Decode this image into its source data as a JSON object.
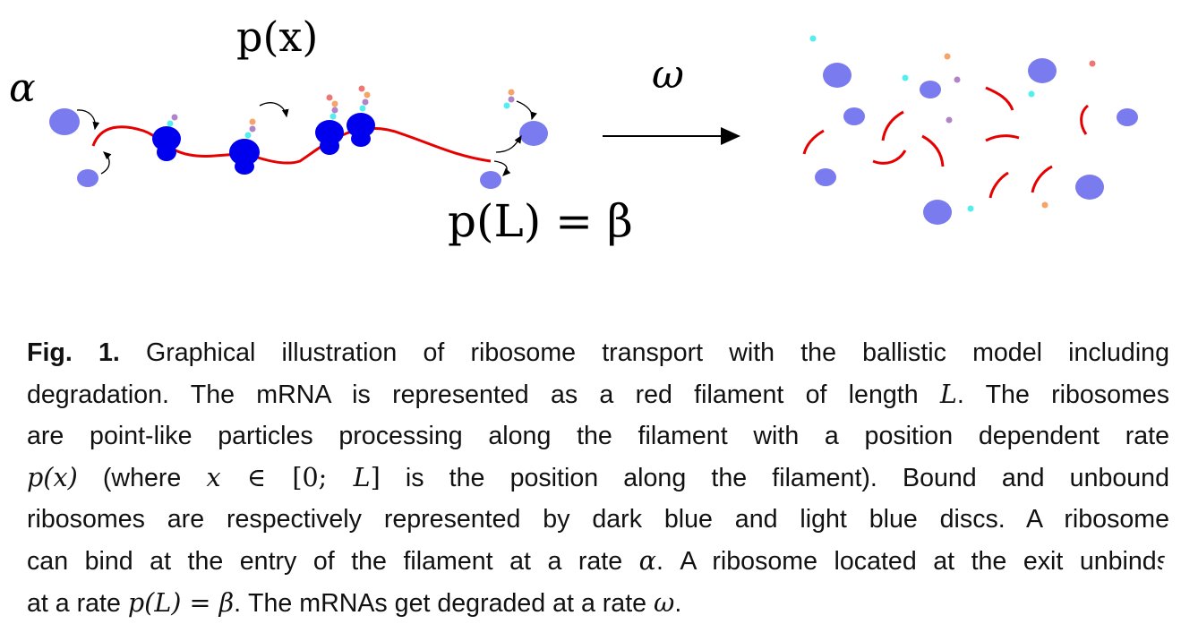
{
  "figure": {
    "labels": {
      "alpha": "α",
      "px": "p(x)",
      "omega": "ω",
      "pl": "p(L) = β"
    },
    "colors": {
      "mrna": "#e60000",
      "bound_ribosome": "#0000ee",
      "unbound_ribosome": "#7b7bf0",
      "trna_cyan": "#55eeee",
      "trna_purple": "#b085c8",
      "trna_orange": "#f5a56a",
      "trna_red": "#f07575"
    }
  },
  "caption": {
    "fig_label": "Fig. 1.",
    "line1": "Graphical illustration of ribosome transport with the ballistic model including",
    "line2a": "degradation. The mRNA is represented as a red filament of length ",
    "line2_L": "L",
    "line2b": ". The ribosomes",
    "line3": "are point-like particles processing along the filament with a position dependent rate",
    "line4_px": "p(x)",
    "line4a": " (where ",
    "line4_x": "x",
    "line4_in": " ∈ [0; ",
    "line4_L": "L",
    "line4_close": "]",
    "line4b": " is the position along the filament).  Bound and unbound",
    "line5": "ribosomes are respectively represented by dark blue and light blue discs. A ribosome",
    "line6a": "can bind at the entry of the filament at a rate ",
    "line6_alpha": "α",
    "line6b": ". A ribosome located at the exit unbinds",
    "line7a": "at a rate ",
    "line7_pl": "p(L) = β",
    "line7b": ". The mRNAs get degraded at a rate ",
    "line7_omega": "ω",
    "line7c": "."
  }
}
